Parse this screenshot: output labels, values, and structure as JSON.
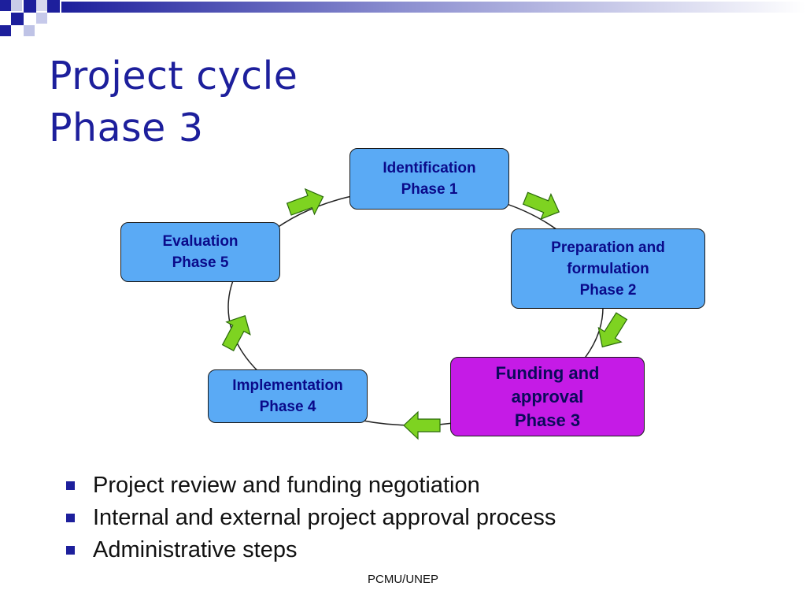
{
  "slide": {
    "title_line1": "Project cycle",
    "title_line2": "Phase 3",
    "nodes": [
      {
        "line1": "Identification",
        "line2": "Phase 1"
      },
      {
        "line1": "Preparation and",
        "line2": "formulation",
        "line3": "Phase 2"
      },
      {
        "line1": "Funding and",
        "line2": "approval",
        "line3": "Phase 3"
      },
      {
        "line1": "Implementation",
        "line2": "Phase 4"
      },
      {
        "line1": "Evaluation",
        "line2": "Phase 5"
      }
    ],
    "bullets": [
      "Project review and funding negotiation",
      "Internal and external project approval process",
      "Administrative steps"
    ],
    "footer": "PCMU/UNEP"
  },
  "colors": {
    "title": "#1d1f9c",
    "node_fill": "#5aaaf5",
    "active_node_fill": "#c51be6",
    "arrow_fill": "#7ed321"
  }
}
